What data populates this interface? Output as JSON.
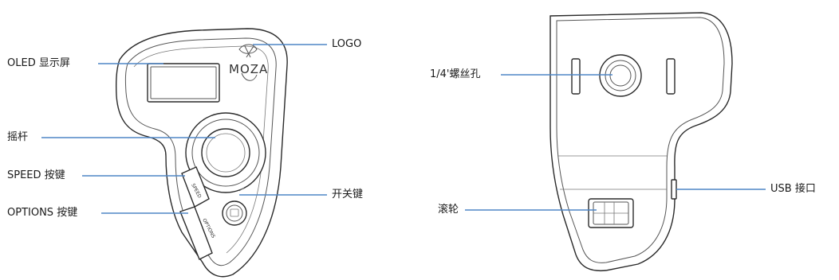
{
  "labels": {
    "oled": "OLED 显示屏",
    "logo": "LOGO",
    "joystick": "摇杆",
    "speed": "SPEED 按键",
    "options": "OPTIONS 按键",
    "power": "开关键",
    "screw_hole": "1/4'螺丝孔",
    "wheel": "滚轮",
    "usb": "USB 接口"
  },
  "device_print": {
    "brand": "MOZA",
    "speed": "SPEED",
    "options": "OPTIONS"
  },
  "colors": {
    "leader_line": "#4f86c6",
    "outline": "#2a2a2a"
  }
}
